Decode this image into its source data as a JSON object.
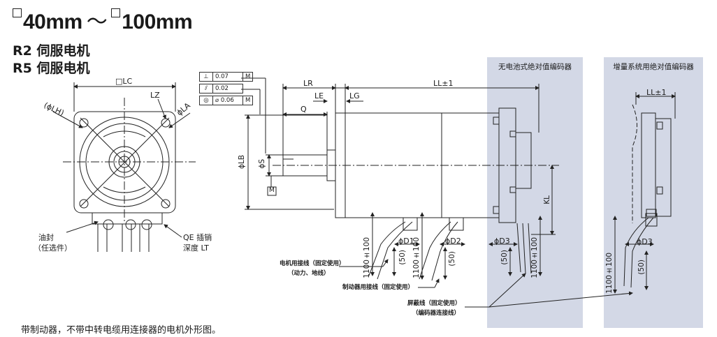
{
  "title": {
    "size_from": "40mm",
    "tilde": "～",
    "size_to": "100mm"
  },
  "models": [
    "R2 伺服电机",
    "R5 伺服电机"
  ],
  "panels": {
    "no_battery_encoder": "无电池式绝对值编码器",
    "incremental_encoder": "增量系统用绝对值编码器"
  },
  "tolerance": [
    {
      "symbol": "⊥",
      "value": "0.07",
      "datum": "M"
    },
    {
      "symbol": "⫽",
      "value": "0.02",
      "datum": ""
    },
    {
      "symbol": "◎",
      "value": "⌀ 0.06",
      "datum": "M"
    }
  ],
  "front_view": {
    "lc": "□LC",
    "lz": "LZ",
    "lh": "(ϕLH)",
    "la": "ϕLA",
    "oil_seal": "油封",
    "oil_seal_note": "（任选件）",
    "qe": "QE 插销",
    "lt": "深度 LT"
  },
  "side_view": {
    "lr": "LR",
    "le": "LE",
    "lg": "LG",
    "q": "Q",
    "ll": "LL±1",
    "lb": "ϕLB",
    "s": "ϕS",
    "m": "M",
    "kl": "KL",
    "d1": "ϕD1",
    "d2": "ϕD2",
    "d3": "ϕD3",
    "len_1100": "1100±100",
    "len_50": "(50)"
  },
  "right_view": {
    "ll": "LL±1",
    "d3": "ϕD3",
    "len_1100": "1100±100",
    "len_50": "(50)"
  },
  "callouts": {
    "motor_cable": "电机用接线（固定使用）",
    "motor_cable_sub": "（动力、地线）",
    "brake_cable": "制动器用接线（固定使用）",
    "shield_cable": "屏蔽线（固定使用）",
    "shield_cable_sub": "（编码器连接线）"
  },
  "footnote": "带制动器，不带中转电缆用连接器的电机外形图。",
  "colors": {
    "panel": "#d3d8e6",
    "line": "#222222"
  }
}
